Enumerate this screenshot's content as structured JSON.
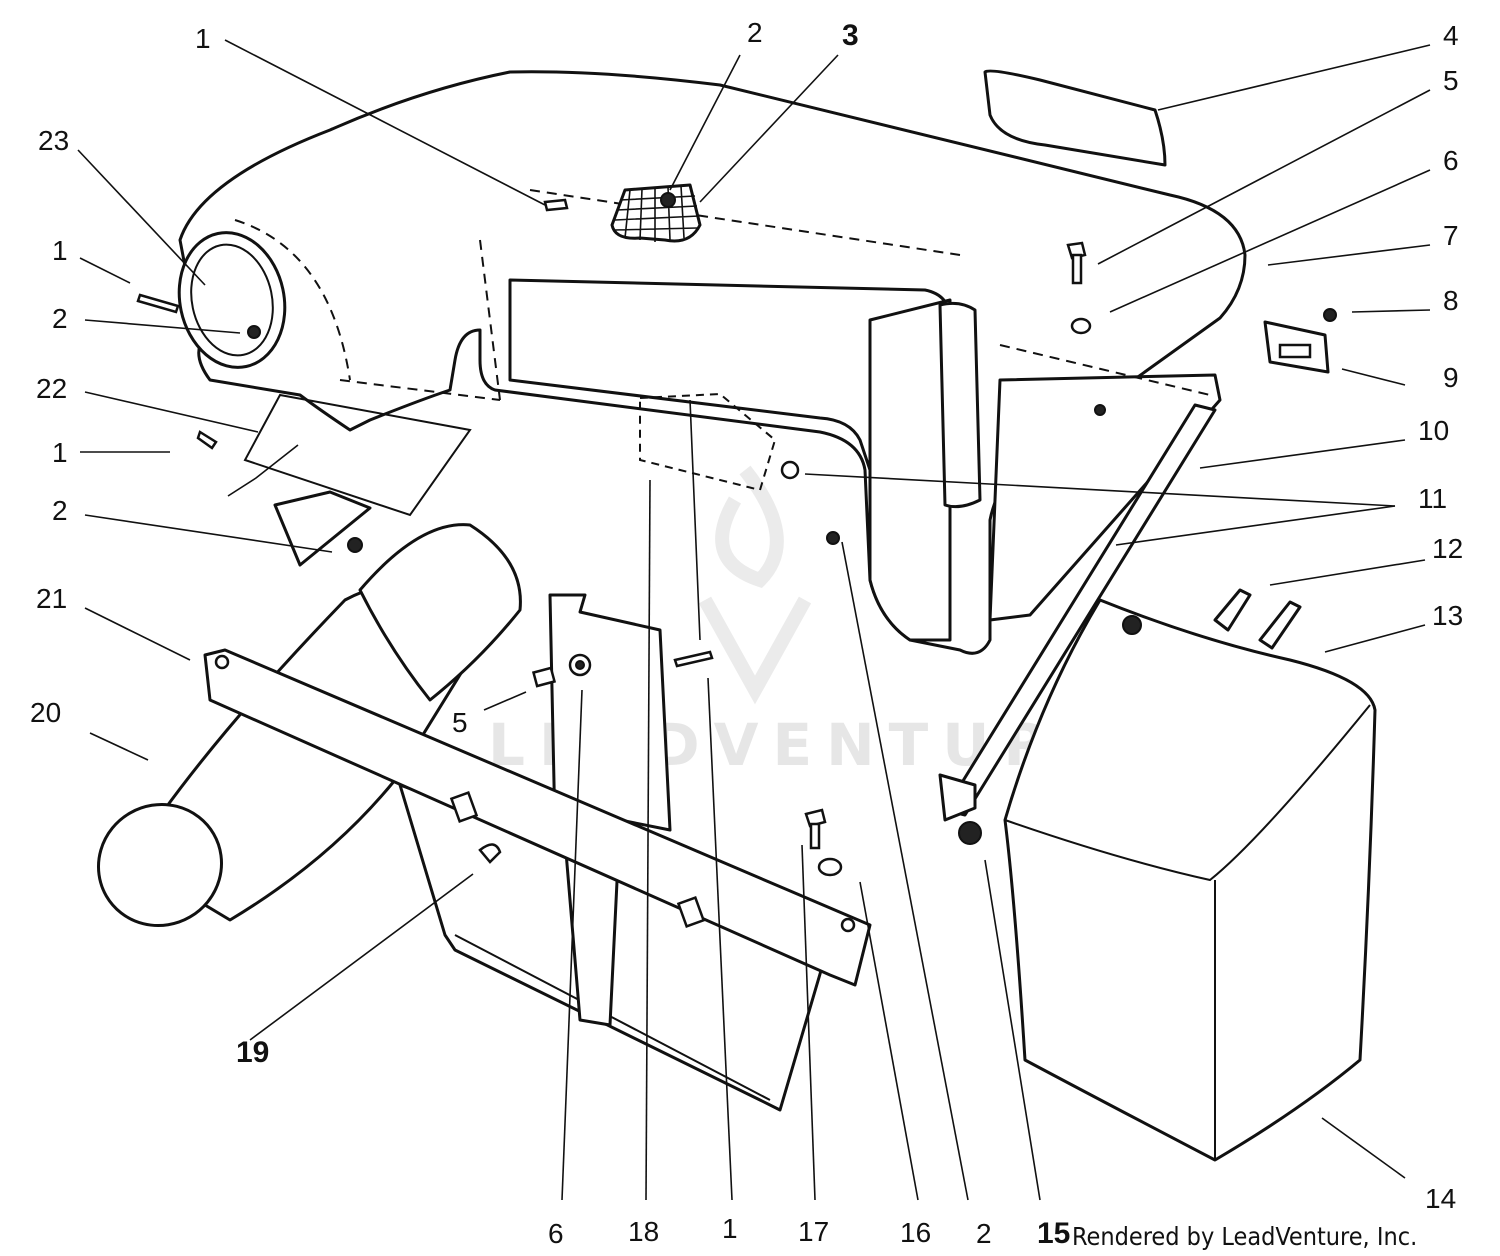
{
  "credit": "Rendered by LeadVenture, Inc.",
  "watermark": "LEADVENTURE",
  "callouts": [
    {
      "id": "c1",
      "text": "1"
    },
    {
      "id": "c2",
      "text": "2"
    },
    {
      "id": "c3",
      "text": "3"
    },
    {
      "id": "c4",
      "text": "4"
    },
    {
      "id": "c5",
      "text": "5"
    },
    {
      "id": "c6",
      "text": "6"
    },
    {
      "id": "c7",
      "text": "7"
    },
    {
      "id": "c8",
      "text": "8"
    },
    {
      "id": "c9",
      "text": "9"
    },
    {
      "id": "c10",
      "text": "10"
    },
    {
      "id": "c11",
      "text": "11"
    },
    {
      "id": "c12",
      "text": "12"
    },
    {
      "id": "c13",
      "text": "13"
    },
    {
      "id": "c23",
      "text": "23"
    },
    {
      "id": "c1b",
      "text": "1"
    },
    {
      "id": "c2b",
      "text": "2"
    },
    {
      "id": "c22",
      "text": "22"
    },
    {
      "id": "c1c",
      "text": "1"
    },
    {
      "id": "c2c",
      "text": "2"
    },
    {
      "id": "c21",
      "text": "21"
    },
    {
      "id": "c20",
      "text": "20"
    },
    {
      "id": "c5b",
      "text": "5"
    },
    {
      "id": "c19",
      "text": "19"
    },
    {
      "id": "c14",
      "text": "14"
    },
    {
      "id": "c6b",
      "text": "6"
    },
    {
      "id": "c18",
      "text": "18"
    },
    {
      "id": "c1d",
      "text": "1"
    },
    {
      "id": "c17",
      "text": "17"
    },
    {
      "id": "c16",
      "text": "16"
    },
    {
      "id": "c2d",
      "text": "2"
    },
    {
      "id": "c15",
      "text": "15"
    }
  ]
}
